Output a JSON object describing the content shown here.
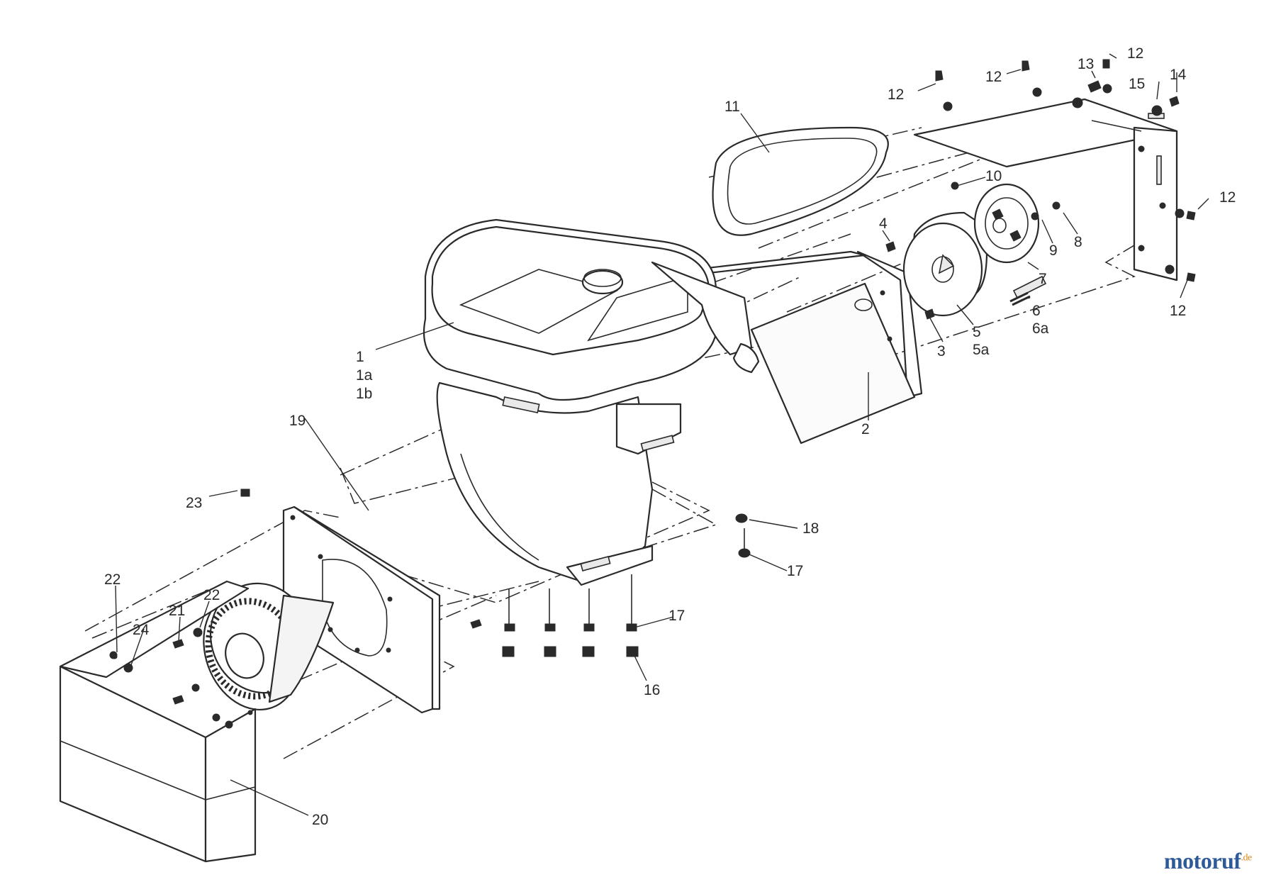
{
  "labels": {
    "p1": "1",
    "p1a": "1a",
    "p1b": "1b",
    "p2": "2",
    "p3": "3",
    "p4": "4",
    "p5": "5",
    "p5a": "5a",
    "p6": "6",
    "p6a": "6a",
    "p7": "7",
    "p8": "8",
    "p9": "9",
    "p10": "10",
    "p11": "11",
    "p12a": "12",
    "p12b": "12",
    "p12c": "12",
    "p12d": "12",
    "p12e": "12",
    "p13": "13",
    "p14": "14",
    "p15": "15",
    "p16": "16",
    "p17a": "17",
    "p17b": "17",
    "p18": "18",
    "p19": "19",
    "p20": "20",
    "p21": "21",
    "p22a": "22",
    "p22b": "22",
    "p23": "23",
    "p24": "24"
  },
  "watermark": {
    "brand": "motoruf",
    "suffix": ".de"
  }
}
